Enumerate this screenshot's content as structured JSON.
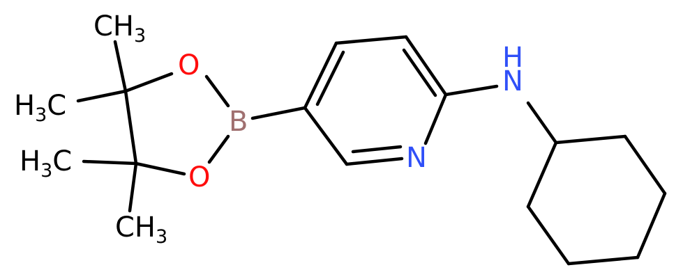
{
  "molecule": {
    "labels": {
      "ch3_top": {
        "main": "CH",
        "sub": "3"
      },
      "h3c_upper": {
        "main": "H",
        "sub": "3",
        "tail": "C"
      },
      "h3c_lower": {
        "main": "H",
        "sub": "3",
        "tail": "C"
      },
      "ch3_bottom": {
        "main": "CH",
        "sub": "3"
      },
      "o_top": "O",
      "o_bottom": "O",
      "b": "B",
      "n_ring": "N",
      "nh_n": "N",
      "nh_h": "H"
    },
    "colors": {
      "bond": "#000000",
      "carbon": "#000000",
      "oxygen": "#ff0d0d",
      "nitrogen": "#3050f8",
      "boron": "#a07070"
    }
  }
}
